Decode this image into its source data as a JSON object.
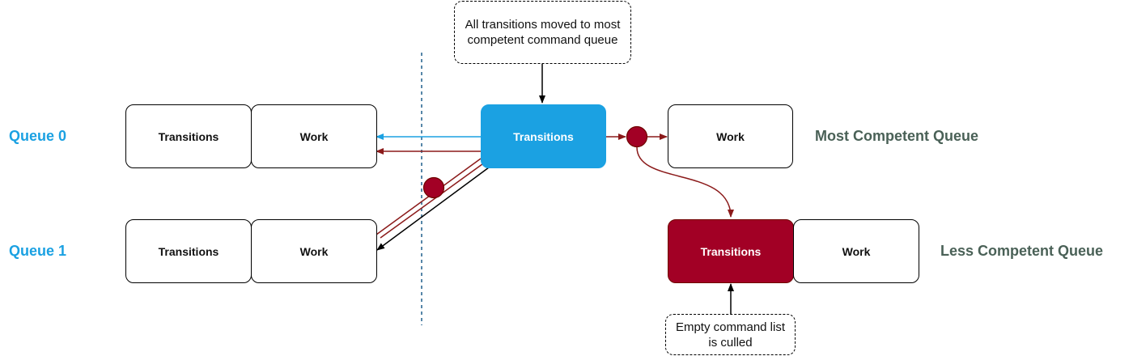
{
  "colors": {
    "blue": "#1ba1e2",
    "red": "#a20025",
    "dark_red": "#8b1a1a",
    "label_gray": "#4a6157"
  },
  "queues": [
    {
      "name": "Queue 0",
      "cells": [
        "Transitions",
        "Work"
      ]
    },
    {
      "name": "Queue 1",
      "cells": [
        "Transitions",
        "Work"
      ]
    }
  ],
  "center_transitions": "Transitions",
  "most_competent": {
    "work": "Work",
    "label": "Most Competent Queue"
  },
  "less_competent": {
    "transitions": "Transitions",
    "work": "Work",
    "label": "Less Competent Queue"
  },
  "notes": {
    "top": "All transitions moved to most competent command queue",
    "bottom": "Empty command list is culled"
  }
}
